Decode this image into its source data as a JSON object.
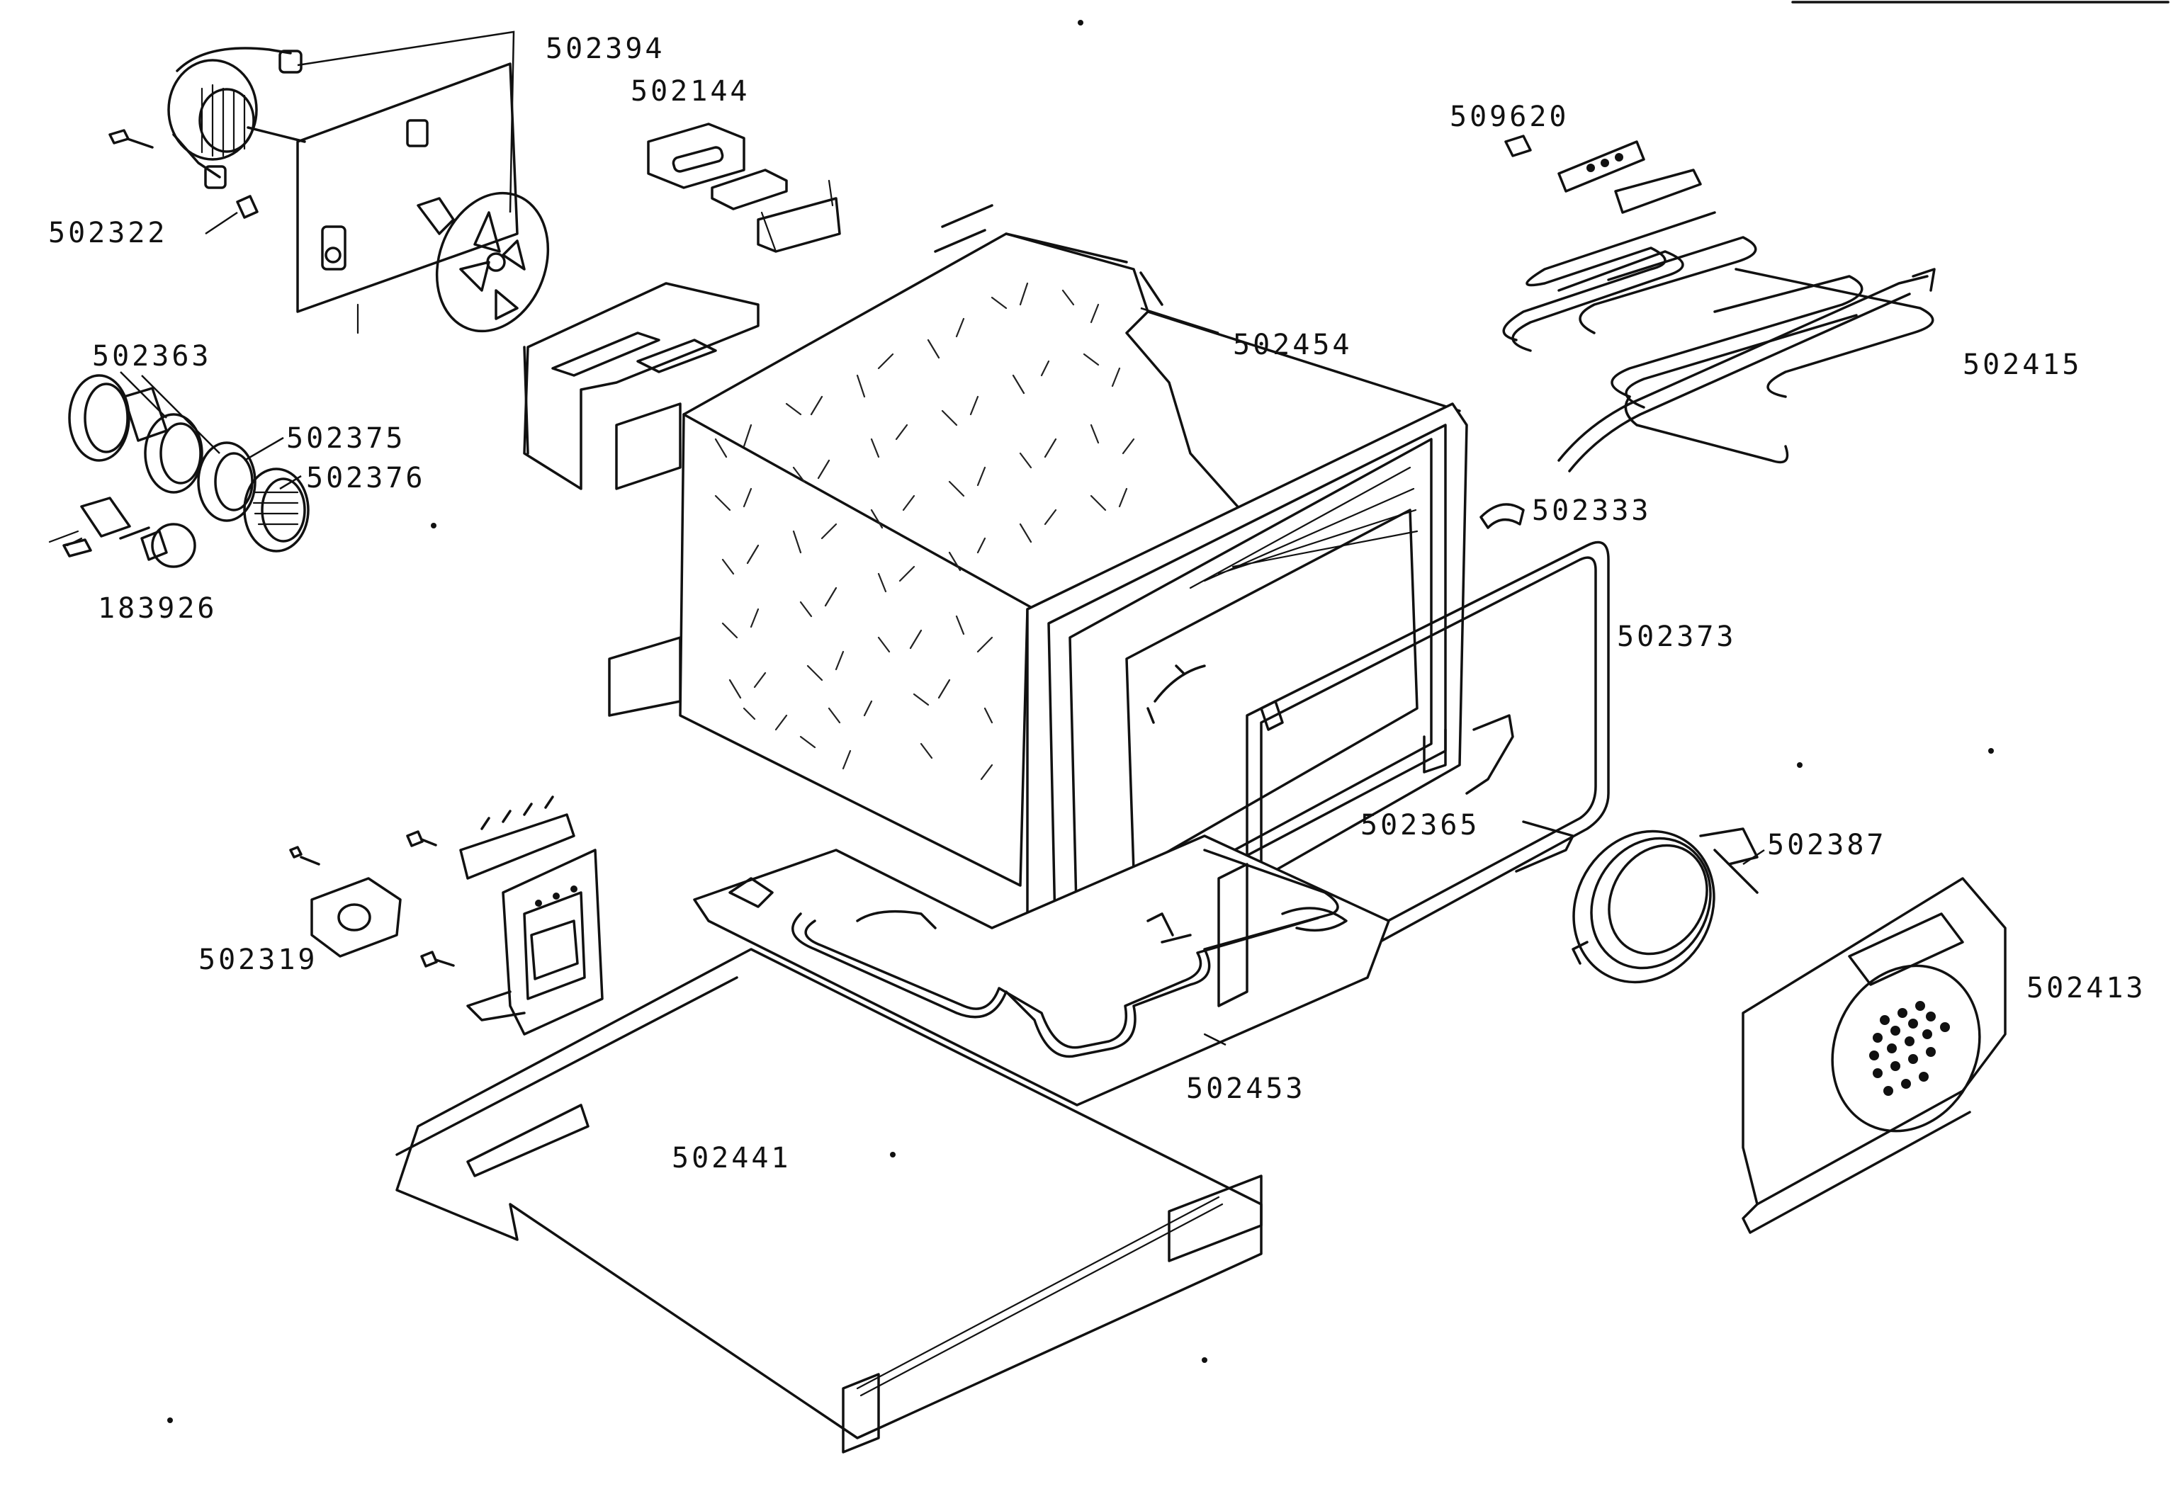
{
  "labels": {
    "p502394": "502394",
    "p502144": "502144",
    "p502322": "502322",
    "p502363": "502363",
    "p502375": "502375",
    "p502376": "502376",
    "p183926": "183926",
    "p509620": "509620",
    "p502454": "502454",
    "p502415": "502415",
    "p502333": "502333",
    "p502373": "502373",
    "p502365": "502365",
    "p502387": "502387",
    "p502413": "502413",
    "p502319": "502319",
    "p502453": "502453",
    "p502441": "502441"
  }
}
